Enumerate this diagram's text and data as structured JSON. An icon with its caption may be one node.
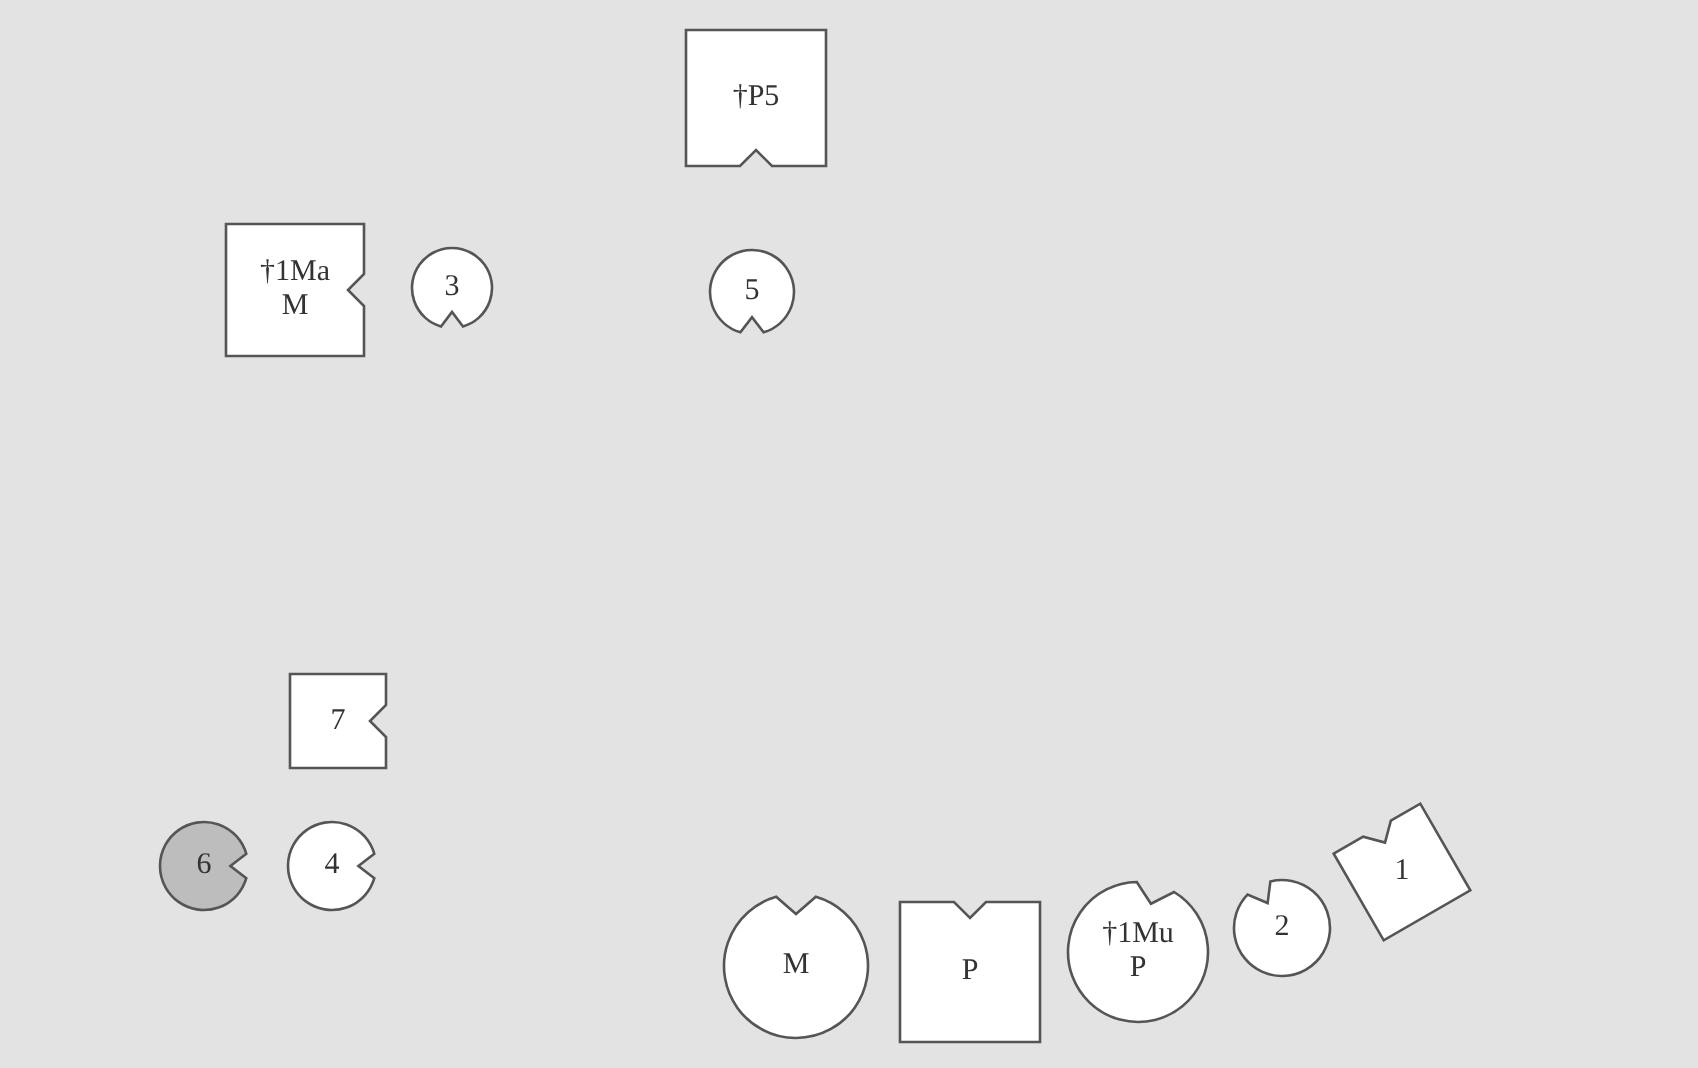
{
  "diagram": {
    "nodes": [
      {
        "text": [
          "†P5"
        ]
      },
      {
        "text": [
          "†1Ma M"
        ]
      },
      {
        "text": [
          "3"
        ]
      },
      {
        "text": [
          "5"
        ]
      },
      {
        "text": [
          "7"
        ]
      },
      {
        "text": [
          "6"
        ]
      },
      {
        "text": [
          "4"
        ]
      },
      {
        "text": [
          "M"
        ]
      },
      {
        "text": [
          "P"
        ]
      },
      {
        "text": [
          "†1Mu P"
        ]
      },
      {
        "text": [
          "2"
        ]
      },
      {
        "text": [
          "1"
        ]
      }
    ]
  }
}
